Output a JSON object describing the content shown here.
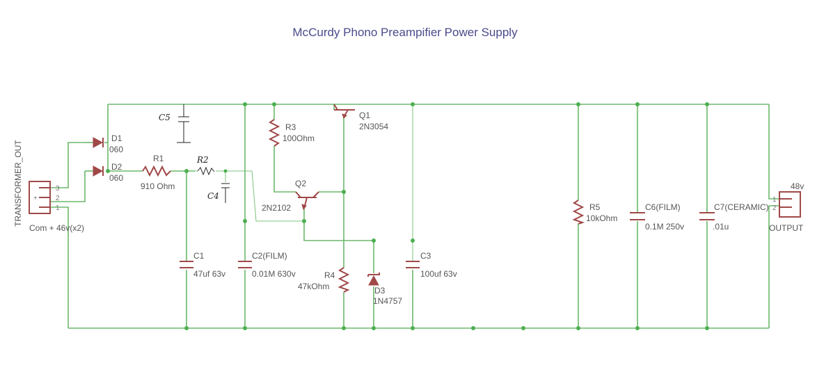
{
  "title": "McCurdy Phono Preampifier Power Supply",
  "input_connector": {
    "name": "TRANSFORMER_OUT",
    "value": "Com + 46v(x2)",
    "pins": [
      "3",
      "2",
      "1"
    ],
    "plus": "+"
  },
  "output_connector": {
    "name": "OUTPUT",
    "value": "48v",
    "pins": [
      "1",
      "2"
    ]
  },
  "components": {
    "d1": {
      "name": "D1",
      "value": "060"
    },
    "d2": {
      "name": "D2",
      "value": "060"
    },
    "r1": {
      "name": "R1",
      "value": "910 Ohm"
    },
    "r2": {
      "name": "R2"
    },
    "c4": {
      "name": "C4"
    },
    "c5": {
      "name": "C5"
    },
    "r3": {
      "name": "R3",
      "value": "100Ohm"
    },
    "q1": {
      "name": "Q1",
      "value": "2N3054"
    },
    "q2": {
      "name": "Q2",
      "value": "2N2102"
    },
    "c1": {
      "name": "C1",
      "value": "47uf 63v"
    },
    "c2": {
      "name": "C2(FILM)",
      "value": "0.01M 630v"
    },
    "r4": {
      "name": "R4",
      "value": "47kOhm"
    },
    "d3": {
      "name": "D3",
      "value": "1N4757"
    },
    "c3": {
      "name": "C3",
      "value": "100uf 63v"
    },
    "r5": {
      "name": "R5",
      "value": "10kOhm"
    },
    "c6": {
      "name": "C6(FILM)",
      "value": "0.1M 250v"
    },
    "c7": {
      "name": "C7(CERAMIC)",
      "value": ".01u"
    }
  },
  "colors": {
    "wire": "#6bb86b",
    "component": "#a04848",
    "title": "#4a4a8c",
    "label": "#555555"
  }
}
